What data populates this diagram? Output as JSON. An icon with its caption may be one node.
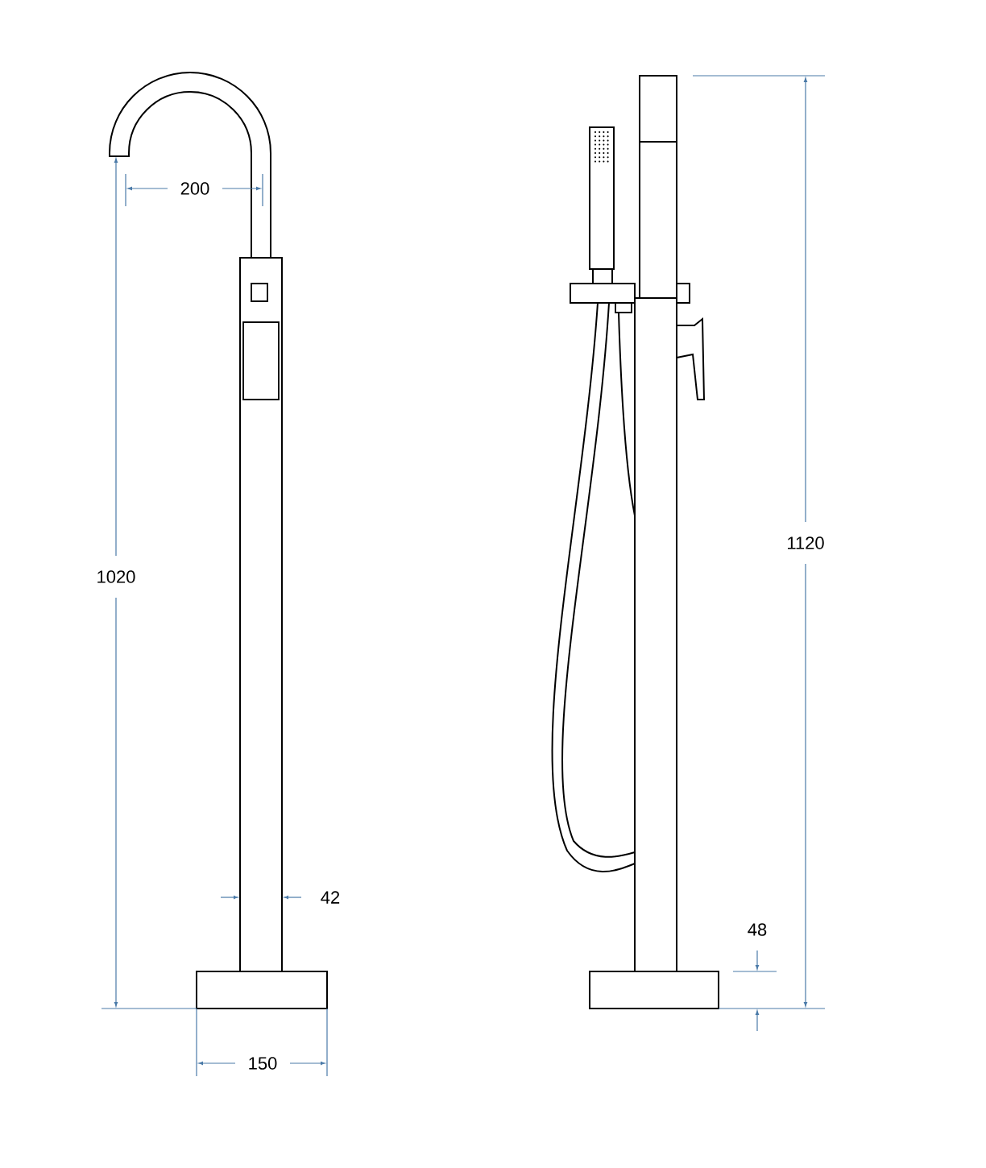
{
  "diagram": {
    "labels": [
      "200",
      "1120",
      "1020",
      "42",
      "48",
      "150"
    ]
  }
}
